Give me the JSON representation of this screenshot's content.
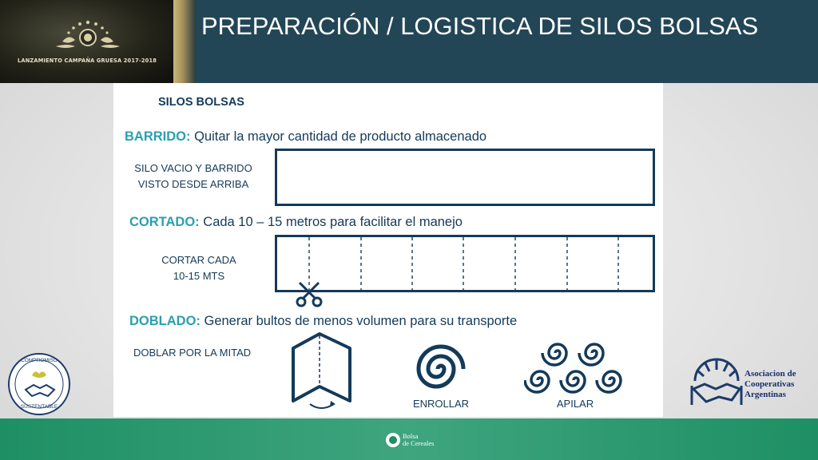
{
  "header": {
    "title": "PREPARACIÓN / LOGISTICA DE SILOS BOLSAS",
    "campaign": "LANZAMIENTO CAMPAÑA GRUESA 2017-2018"
  },
  "panel": {
    "heading": "SILOS BOLSAS",
    "barrido": {
      "keyword": "BARRIDO:",
      "text": "Quitar la mayor cantidad de producto almacenado",
      "label_1": "SILO VACIO Y BARRIDO",
      "label_2": "VISTO DESDE ARRIBA"
    },
    "cortado": {
      "keyword": "CORTADO:",
      "text": "Cada 10 – 15 metros para facilitar el manejo",
      "label_1": "CORTAR CADA",
      "label_2": "10-15 MTS"
    },
    "doblado": {
      "keyword": "DOBLADO:",
      "text": "Generar bultos de menos volumen para su transporte",
      "label": "DOBLAR POR LA MITAD",
      "enrollar": "ENROLLAR",
      "apilar": "APILAR"
    }
  },
  "left_logo": {
    "top": "COMPROMISO",
    "bottom": "SUSTENTABLE"
  },
  "right_logo": {
    "line1": "Asociacion de",
    "line2": "Cooperativas",
    "line3": "Argentinas"
  },
  "footer": {
    "line1": "Bolsa",
    "line2": "de Cereales"
  },
  "colors": {
    "header": "#234656",
    "navy": "#143a5a",
    "teal": "#2a9fb0",
    "footer": "#2a9a70"
  }
}
